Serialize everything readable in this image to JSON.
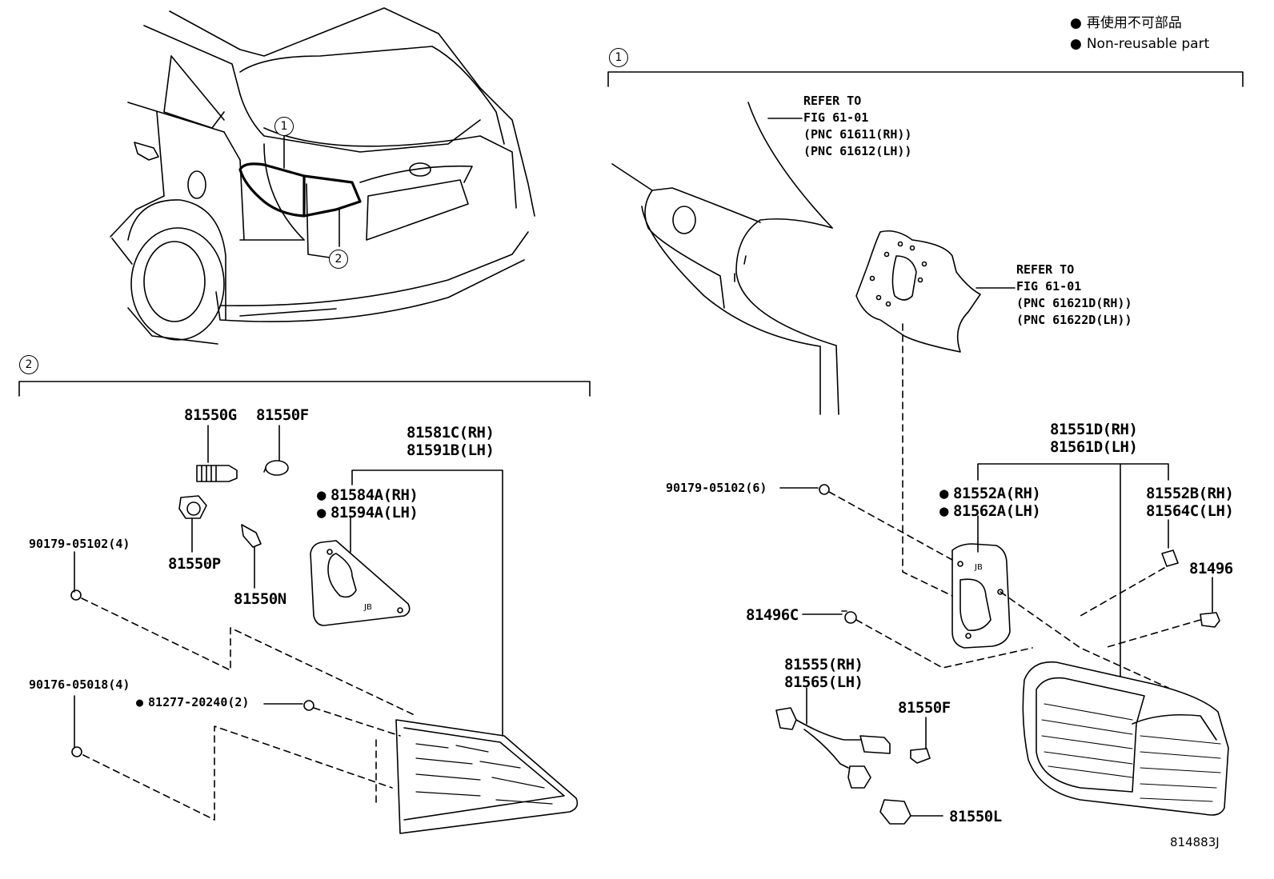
{
  "legend": {
    "jp": "再使用不可部品",
    "en": "Non-reusable part"
  },
  "callouts": {
    "one": "1",
    "two": "2"
  },
  "section_markers": {
    "one": "1",
    "two": "2"
  },
  "refs": {
    "upper": [
      "REFER TO",
      "FIG 61-01",
      "(PNC 61611(RH))",
      "(PNC 61612(LH))"
    ],
    "lower": [
      "REFER TO",
      "FIG 61-01",
      "(PNC 61621D(RH))",
      "(PNC 61622D(LH))"
    ]
  },
  "parts_left": {
    "p81550G": "81550G",
    "p81550F": "81550F",
    "p81550P": "81550P",
    "p81550N": "81550N",
    "p81581C": "81581C(RH)",
    "p81591B": "81591B(LH)",
    "p81584A": "81584A(RH)",
    "p81594A": "81594A(LH)",
    "p90179": "90179-05102(4)",
    "p90176": "90176-05018(4)",
    "p81277": "81277-20240(2)"
  },
  "parts_right": {
    "p90179": "90179-05102(6)",
    "p81551D": "81551D(RH)",
    "p81561D": "81561D(LH)",
    "p81552A": "81552A(RH)",
    "p81562A": "81562A(LH)",
    "p81552B": "81552B(RH)",
    "p81564C": "81564C(LH)",
    "p81496": "81496",
    "p81496C": "81496C",
    "p81555": "81555(RH)",
    "p81565": "81565(LH)",
    "p81550F": "81550F",
    "p81550L": "81550L"
  },
  "figure_code": "814883J"
}
